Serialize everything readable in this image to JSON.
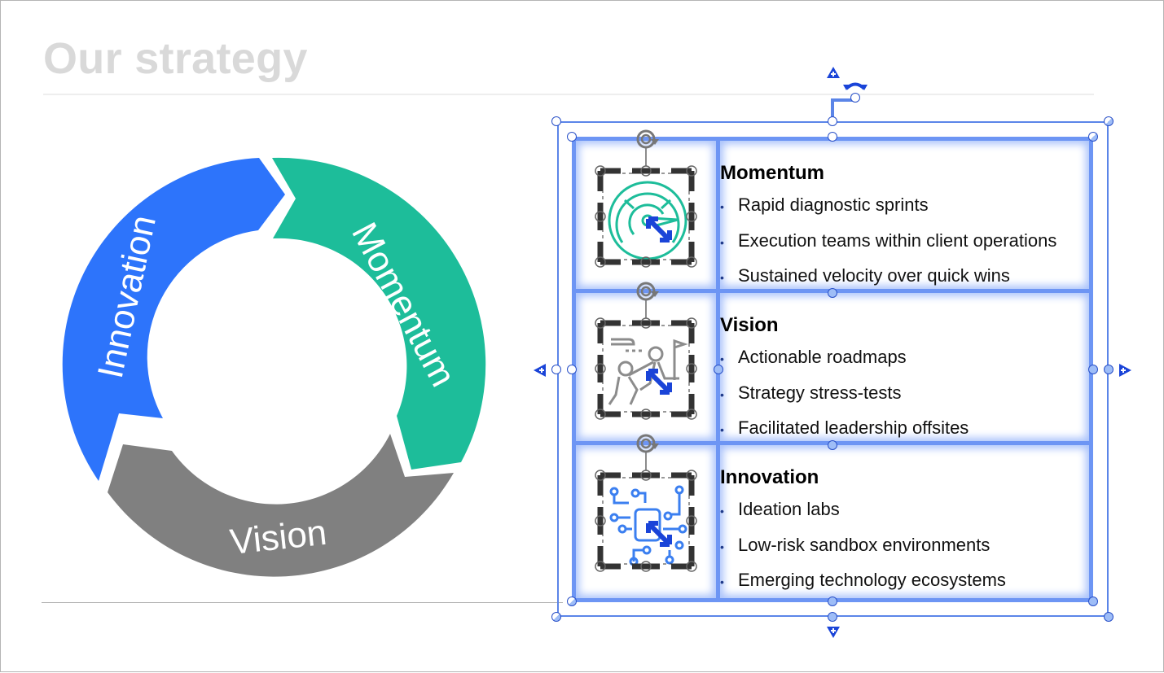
{
  "slide": {
    "title": "Our strategy"
  },
  "cycle": {
    "segments": [
      {
        "label": "Momentum",
        "color": "#1dbd9a"
      },
      {
        "label": "Vision",
        "color": "#808080"
      },
      {
        "label": "Innovation",
        "color": "#2d74fb"
      }
    ]
  },
  "table": {
    "rows": [
      {
        "icon": "speedometer-icon",
        "icon_color": "#1dbd9a",
        "title": "Momentum",
        "bullets": [
          "Rapid diagnostic sprints",
          "Execution teams within client operations",
          "Sustained velocity over quick wins"
        ]
      },
      {
        "icon": "climbing-team-icon",
        "icon_color": "#8c8c8c",
        "title": "Vision",
        "bullets": [
          "Actionable roadmaps",
          "Strategy stress-tests",
          "Facilitated leadership offsites"
        ]
      },
      {
        "icon": "circuit-chip-icon",
        "icon_color": "#3b7ff0",
        "title": "Innovation",
        "bullets": [
          "Ideation labs",
          "Low-risk sandbox environments",
          "Emerging technology ecosystems"
        ]
      }
    ],
    "bullet_glyph": "•"
  },
  "colors": {
    "selection": "#2950c8",
    "selection_glow": "#6d95f4",
    "accent_arrow": "#1a44d8"
  }
}
